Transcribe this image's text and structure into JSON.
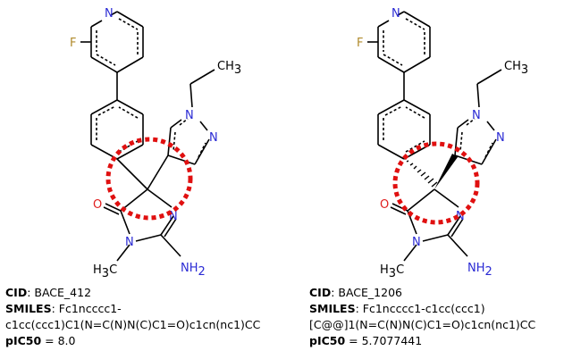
{
  "colors": {
    "nitrogen": "#2a2ad4",
    "oxygen": "#e02020",
    "fluorine": "#b08a2a",
    "highlight": "#e01010",
    "bond": "#000000"
  },
  "atom_labels": {
    "n": "N",
    "f": "F",
    "o": "O",
    "ch3": "CH",
    "ch3_sub": "3",
    "h3c_h": "H",
    "h3c_sub": "3",
    "h3c_c": "C",
    "nh2": "NH",
    "nh2_sub": "2"
  },
  "molecules": [
    {
      "cid_label": "CID",
      "cid_value": "BACE_412",
      "smiles_label": "SMILES",
      "smiles_line1": "Fc1ncccc1-",
      "smiles_line2": "c1cc(ccc1)C1(N=C(N)N(C)C1=O)c1cn(nc1)CC",
      "pic50_label": "pIC50",
      "pic50_value": "8.0",
      "stereo": "none"
    },
    {
      "cid_label": "CID",
      "cid_value": "BACE_1206",
      "smiles_label": "SMILES",
      "smiles_line1": "Fc1ncccc1-c1cc(ccc1)",
      "smiles_line2": "[C@@]1(N=C(N)N(C)C1=O)c1cn(nc1)CC",
      "pic50_label": "pIC50",
      "pic50_value": "5.7077441",
      "stereo": "wedge"
    }
  ]
}
